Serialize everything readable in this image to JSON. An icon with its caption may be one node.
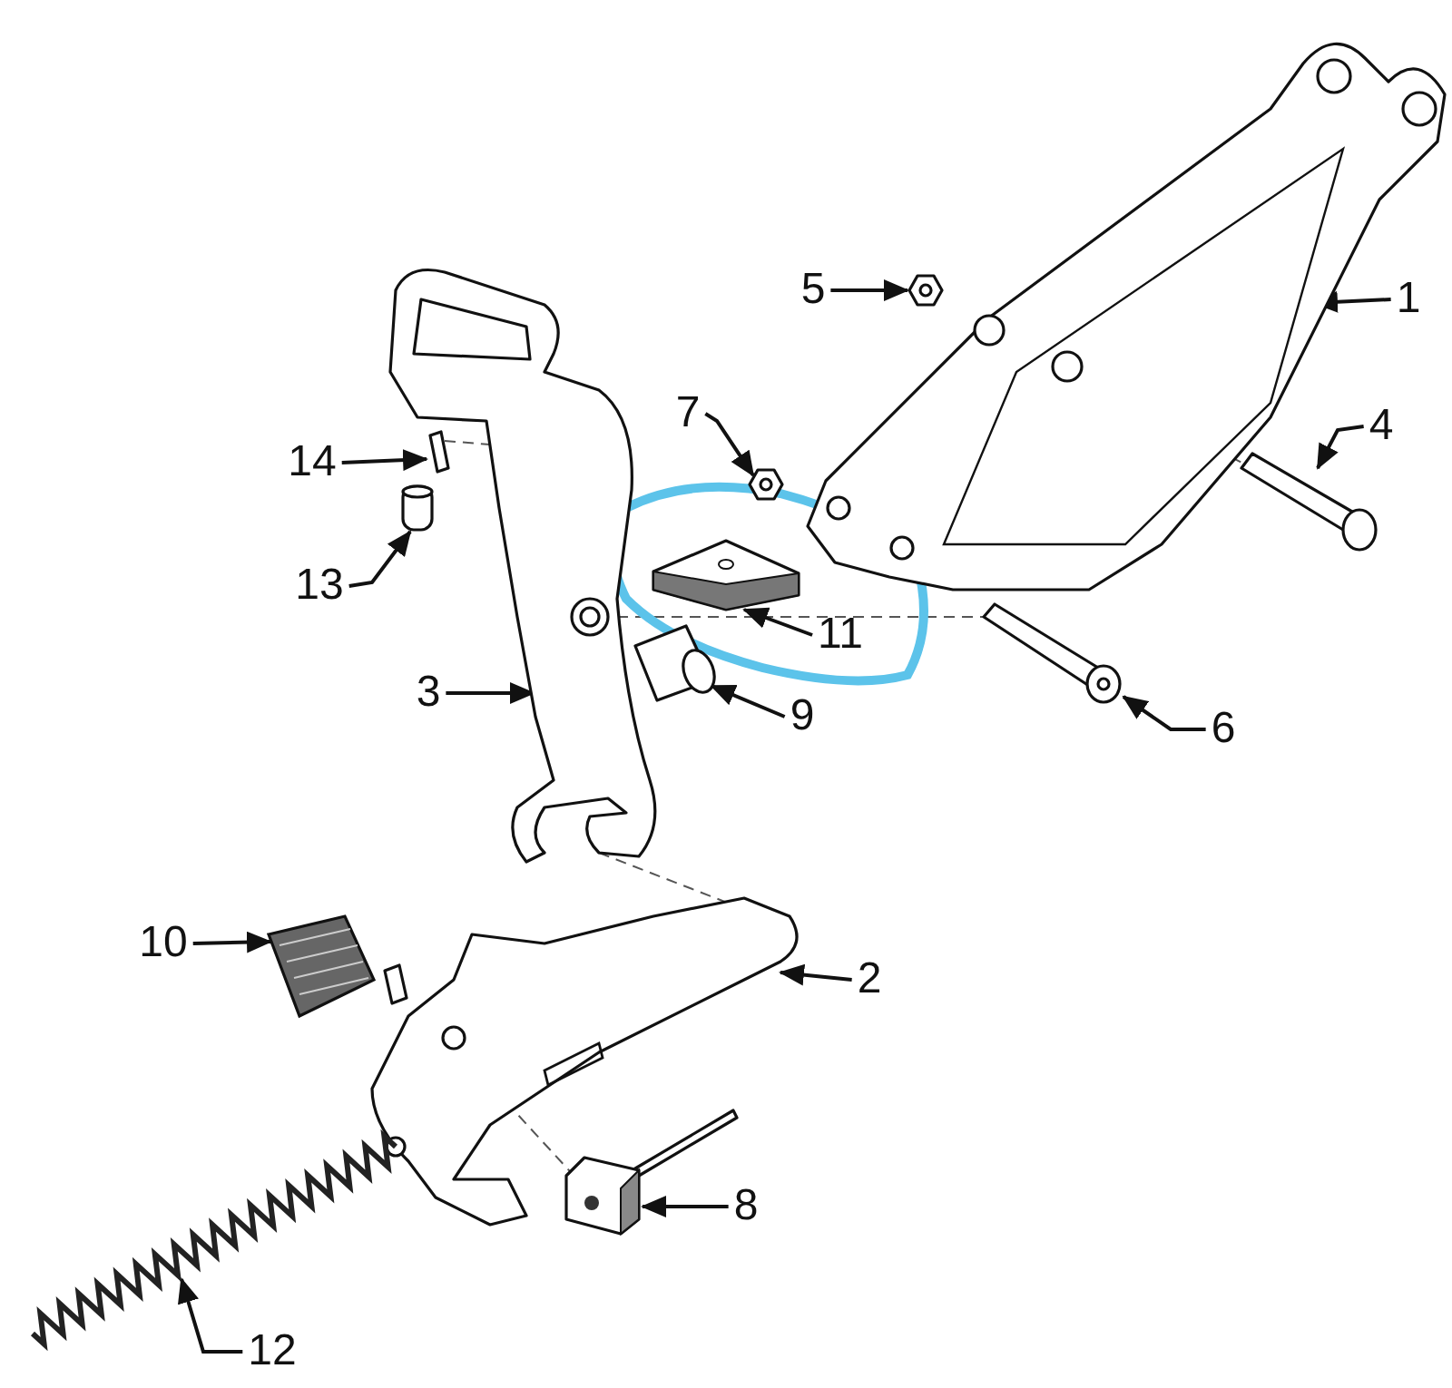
{
  "diagram": {
    "nodes": [
      {
        "text": [
          "5"
        ]
      },
      {
        "text": [
          "1"
        ]
      },
      {
        "text": [
          "7"
        ]
      },
      {
        "text": [
          "4"
        ]
      },
      {
        "text": [
          "14"
        ]
      },
      {
        "text": [
          "13"
        ]
      },
      {
        "text": [
          "11"
        ]
      },
      {
        "text": [
          "3"
        ]
      },
      {
        "text": [
          "9"
        ]
      },
      {
        "text": [
          "6"
        ]
      },
      {
        "text": [
          "10"
        ]
      },
      {
        "text": [
          "2"
        ]
      },
      {
        "text": [
          "8"
        ]
      },
      {
        "text": [
          "12"
        ]
      },
      {
        "text": [],
        "shape": "picture"
      },
      {
        "text": [],
        "shape": "picture"
      },
      {
        "text": [],
        "shape": "picture"
      },
      {
        "text": [],
        "shape": "picture"
      },
      {
        "text": [],
        "shape": "picture"
      },
      {
        "text": [],
        "shape": "picture"
      },
      {
        "text": [],
        "shape": "picture"
      },
      {
        "text": [],
        "shape": "picture"
      },
      {
        "text": [],
        "shape": "picture"
      },
      {
        "text": [],
        "shape": "picture"
      },
      {
        "text": [],
        "shape": "picture"
      },
      {
        "text": [],
        "shape": "picture"
      },
      {
        "text": [],
        "shape": "picture"
      },
      {
        "text": [],
        "shape": "picture"
      }
    ],
    "edges": [
      {
        "from": 0,
        "to": 16,
        "arrow": "to"
      },
      {
        "from": 1,
        "to": 14,
        "arrow": "to"
      },
      {
        "from": 2,
        "to": 19,
        "arrow": "to"
      },
      {
        "from": 3,
        "to": 18,
        "arrow": "to"
      },
      {
        "from": 4,
        "to": 17,
        "arrow": "to"
      },
      {
        "from": 5,
        "to": 20,
        "arrow": "to"
      },
      {
        "from": 6,
        "to": 21,
        "arrow": "to"
      },
      {
        "from": 7,
        "to": 15,
        "arrow": "to"
      },
      {
        "from": 8,
        "to": 23,
        "arrow": "to"
      },
      {
        "from": 9,
        "to": 22,
        "arrow": "to"
      },
      {
        "from": 10,
        "to": 25,
        "arrow": "to"
      },
      {
        "from": 11,
        "to": 24,
        "arrow": "to"
      },
      {
        "from": 12,
        "to": 26,
        "arrow": "to"
      },
      {
        "from": 13,
        "to": 27,
        "arrow": "to"
      },
      {
        "from": 17,
        "to": 15,
        "arrow": "none",
        "style": "dashed"
      },
      {
        "from": 15,
        "to": 22,
        "arrow": "none",
        "style": "dashed"
      },
      {
        "from": 15,
        "to": 24,
        "arrow": "none",
        "style": "dashed"
      },
      {
        "from": 14,
        "to": 18,
        "arrow": "none",
        "style": "dashed"
      },
      {
        "from": 24,
        "to": 26,
        "arrow": "none",
        "style": "dashed"
      }
    ]
  }
}
